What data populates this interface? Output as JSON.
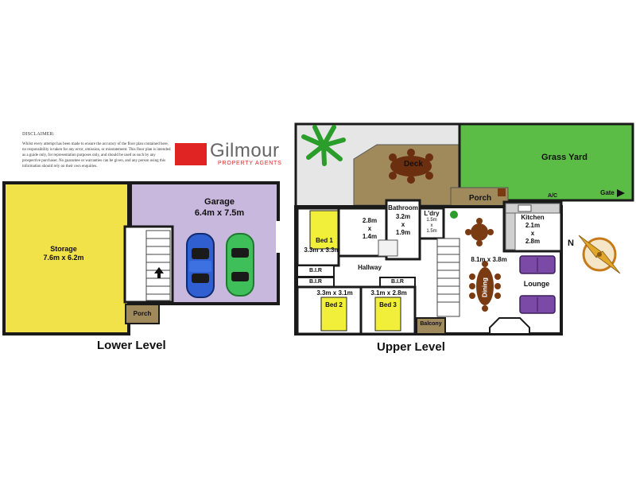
{
  "disclaimer": {
    "title": "DISCLAIMER:",
    "body": "Whilst every attempt has been made to ensure the accuracy of the floor plan contained here, no responsibility is taken for any error, omission, or misstatement. This floor plan is intended as a guide only, for representation purposes only, and should be used as such by any prospective purchaser. No guarantee or warranties can be given, and any person using this information should rely on their own enquiries."
  },
  "brand": {
    "name": "Gilmour",
    "tagline": "PROPERTY AGENTS",
    "color": "#e02424"
  },
  "lower_level": {
    "title": "Lower Level",
    "storage": {
      "name": "Storage",
      "size": "7.6m x 6.2m"
    },
    "garage": {
      "name": "Garage",
      "size": "6.4m x 7.5m"
    },
    "porch": "Porch"
  },
  "upper_level": {
    "title": "Upper Level",
    "deck": "Deck",
    "grass_yard": "Grass Yard",
    "gate": "Gate",
    "porch": "Porch",
    "ac": "A/C",
    "bathroom": {
      "name": "Bathroom",
      "size_w": "3.2m",
      "x": "x",
      "size_h": "1.9m"
    },
    "ensuite": {
      "w": "2.8m",
      "x": "x",
      "h": "1.4m"
    },
    "laundry": {
      "name": "L'dry",
      "w": "1.5m",
      "x": "x",
      "h": "1.5m"
    },
    "kitchen": {
      "name": "Kitchen",
      "w": "2.1m",
      "x": "x",
      "h": "2.8m"
    },
    "bed1": {
      "name": "Bed 1",
      "size": "3.3m x 3.3m"
    },
    "bed2": {
      "name": "Bed 2",
      "size": "3.3m x 3.1m"
    },
    "bed3": {
      "name": "Bed 3",
      "size": "3.1m x 2.8m"
    },
    "bir": "B.I.R",
    "hallway": "Hallway",
    "living_size": "8.1m x 3.8m",
    "dining": "Dining",
    "lounge": "Lounge",
    "balcony": "Balcony",
    "north": "N"
  },
  "colors": {
    "storage": "#f2e24a",
    "garage": "#c9b8dd",
    "deck": "#a08a5c",
    "grass": "#5bbd46",
    "bed": "#f2ef3a",
    "wall": "#1a1a1a",
    "sofa": "#7a4aa6",
    "table": "#7a3a12",
    "paving": "#e6e6e6"
  }
}
